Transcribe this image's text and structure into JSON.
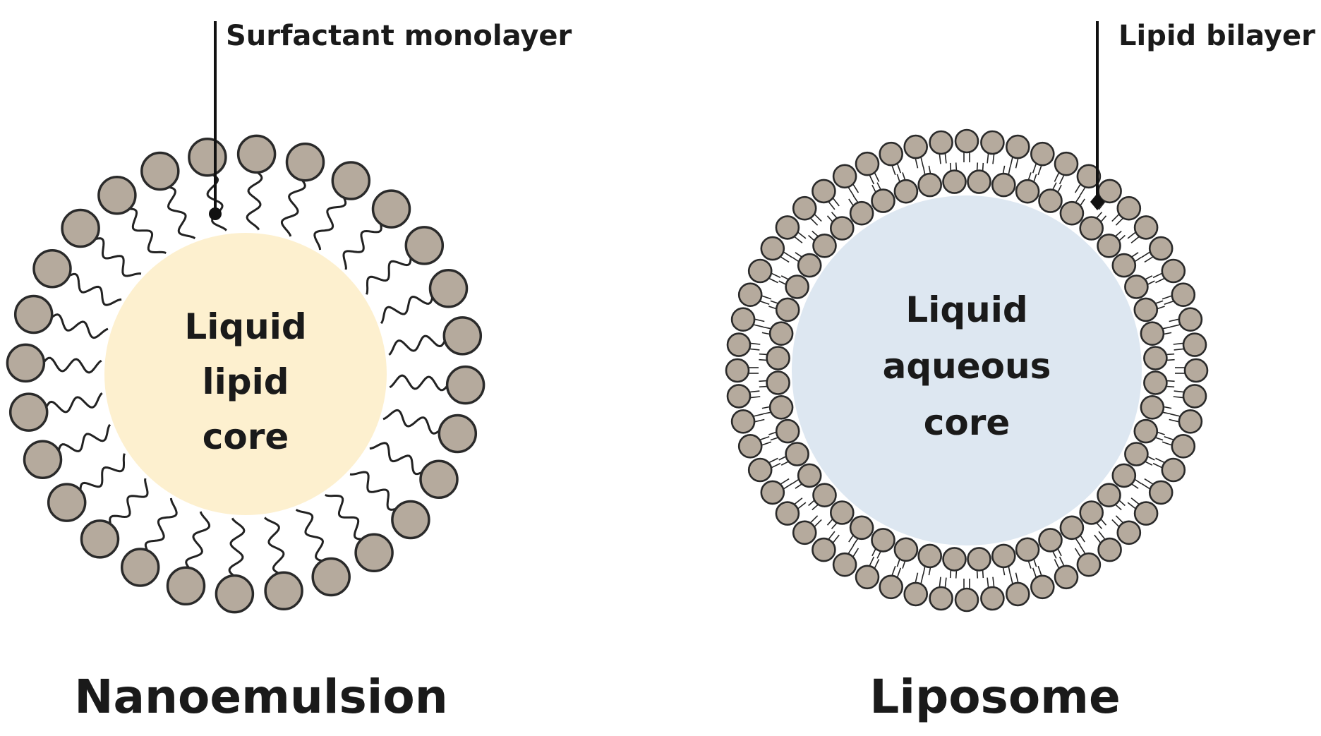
{
  "colors": {
    "head_fill": "#b5aa9d",
    "head_stroke": "#2a2a2a",
    "lipid_core": "#fdf0cf",
    "aqueous_core": "#dde7f1",
    "line": "#111111",
    "tail": "#222222"
  },
  "nanoemulsion": {
    "callout": "Surfactant monolayer",
    "core_lines": [
      "Liquid",
      "lipid",
      "core"
    ],
    "title": "Nanoemulsion"
  },
  "liposome": {
    "callout": "Lipid bilayer",
    "core_lines": [
      "Liquid",
      "aqueous",
      "core"
    ],
    "title": "Liposome"
  }
}
